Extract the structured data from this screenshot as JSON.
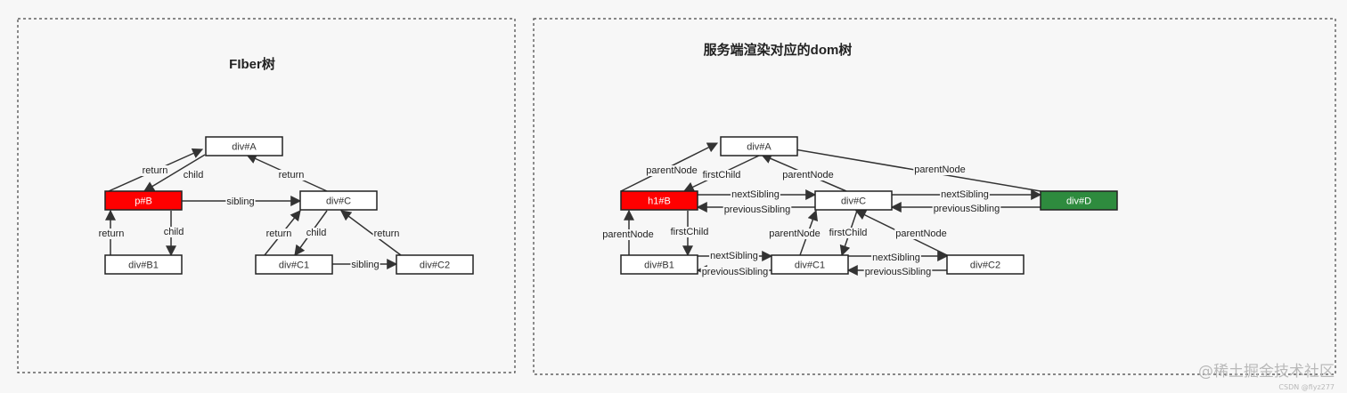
{
  "panels": [
    {
      "id": "fiber",
      "title": "FIber树",
      "nodes": [
        {
          "id": "A",
          "label": "div#A",
          "fill": "#ffffff",
          "text": "#333333"
        },
        {
          "id": "B",
          "label": "p#B",
          "fill": "#ff0000",
          "text": "#ffffff"
        },
        {
          "id": "C",
          "label": "div#C",
          "fill": "#ffffff",
          "text": "#333333"
        },
        {
          "id": "B1",
          "label": "div#B1",
          "fill": "#ffffff",
          "text": "#333333"
        },
        {
          "id": "C1",
          "label": "div#C1",
          "fill": "#ffffff",
          "text": "#333333"
        },
        {
          "id": "C2",
          "label": "div#C2",
          "fill": "#ffffff",
          "text": "#333333"
        }
      ],
      "edges": [
        {
          "from": "B",
          "to": "A",
          "label": "return"
        },
        {
          "from": "A",
          "to": "B",
          "label": "child"
        },
        {
          "from": "C",
          "to": "A",
          "label": "return"
        },
        {
          "from": "B",
          "to": "C",
          "label": "sibling"
        },
        {
          "from": "B1",
          "to": "B",
          "label": "return"
        },
        {
          "from": "B",
          "to": "B1",
          "label": "child"
        },
        {
          "from": "C1",
          "to": "C",
          "label": "return"
        },
        {
          "from": "C",
          "to": "C1",
          "label": "child"
        },
        {
          "from": "C2",
          "to": "C",
          "label": "return"
        },
        {
          "from": "C1",
          "to": "C2",
          "label": "sibling"
        }
      ]
    },
    {
      "id": "dom",
      "title": "服务端渲染对应的dom树",
      "nodes": [
        {
          "id": "A",
          "label": "div#A",
          "fill": "#ffffff",
          "text": "#333333"
        },
        {
          "id": "B",
          "label": "h1#B",
          "fill": "#ff0000",
          "text": "#ffffff"
        },
        {
          "id": "C",
          "label": "div#C",
          "fill": "#ffffff",
          "text": "#333333"
        },
        {
          "id": "D",
          "label": "div#D",
          "fill": "#2e8b3e",
          "text": "#ffffff"
        },
        {
          "id": "B1",
          "label": "div#B1",
          "fill": "#ffffff",
          "text": "#333333"
        },
        {
          "id": "C1",
          "label": "div#C1",
          "fill": "#ffffff",
          "text": "#333333"
        },
        {
          "id": "C2",
          "label": "div#C2",
          "fill": "#ffffff",
          "text": "#333333"
        }
      ],
      "edges": [
        {
          "from": "B",
          "to": "A",
          "label": "parentNode"
        },
        {
          "from": "A",
          "to": "B",
          "label": "firstChild"
        },
        {
          "from": "C",
          "to": "A",
          "label": "parentNode"
        },
        {
          "from": "D",
          "to": "A",
          "label": "parentNode"
        },
        {
          "from": "B",
          "to": "C",
          "label": "nextSibling"
        },
        {
          "from": "C",
          "to": "B",
          "label": "previousSibling"
        },
        {
          "from": "C",
          "to": "D",
          "label": "nextSibling"
        },
        {
          "from": "D",
          "to": "C",
          "label": "previousSibling"
        },
        {
          "from": "B1",
          "to": "B",
          "label": "parentNode"
        },
        {
          "from": "B",
          "to": "B1",
          "label": "firstChild"
        },
        {
          "from": "B1",
          "to": "C1",
          "label": "nextSibling"
        },
        {
          "from": "C1",
          "to": "B1",
          "label": "previousSibling"
        },
        {
          "from": "C1",
          "to": "C",
          "label": "parentNode"
        },
        {
          "from": "C",
          "to": "C1",
          "label": "firstChild"
        },
        {
          "from": "C2",
          "to": "C",
          "label": "parentNode"
        },
        {
          "from": "C1",
          "to": "C2",
          "label": "nextSibling"
        },
        {
          "from": "C2",
          "to": "C1",
          "label": "previousSibling"
        }
      ]
    }
  ],
  "watermark": {
    "main": "@稀土掘金技术社区",
    "sub": "CSDN @fiyz277"
  }
}
